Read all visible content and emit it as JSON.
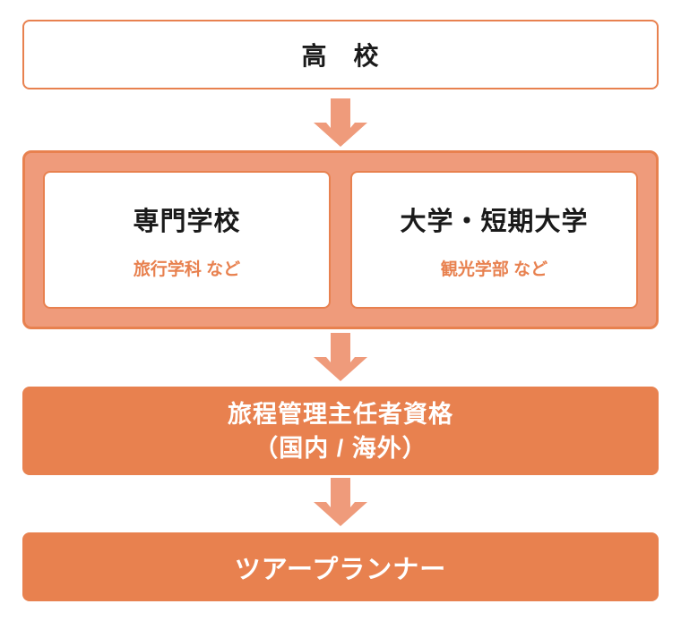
{
  "colors": {
    "orange": "#E8814F",
    "salmon": "#EF9B7B",
    "card_background": "#FFFFFF",
    "dark_text": "#1A1A1A",
    "light_text": "#FFFFFF"
  },
  "flow": {
    "start": {
      "label": "高　校"
    },
    "education": {
      "options": [
        {
          "title": "専門学校",
          "subtitle": "旅行学科 など"
        },
        {
          "title": "大学・短期大学",
          "subtitle": "観光学部 など"
        }
      ]
    },
    "qualification": {
      "line1": "旅程管理主任者資格",
      "line2": "（国内 / 海外）"
    },
    "career": {
      "label": "ツアープランナー"
    }
  }
}
